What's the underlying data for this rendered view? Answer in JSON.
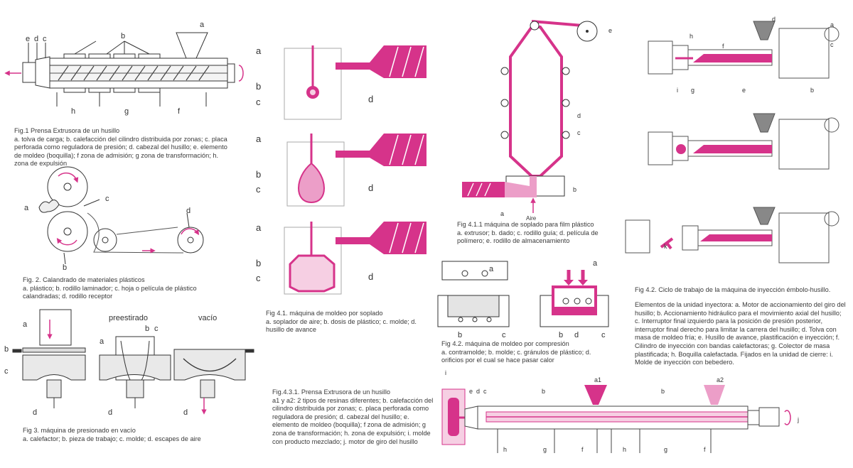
{
  "colors": {
    "magenta": "#d6338a",
    "pink": "#ec9ec8",
    "lightpink": "#f6cfe3",
    "line": "#333333",
    "gray": "#8a8a8a",
    "lightgray": "#d8d8d8"
  },
  "fig1": {
    "labels": {
      "a": "a",
      "b": "b",
      "c": "c",
      "d": "d",
      "e": "e",
      "f": "f",
      "g": "g",
      "h": "h"
    },
    "caption": {
      "title": "Fig.1 Prensa Extrusora de un husillo",
      "body": "a. tolva de carga; b. calefacción del cilindro distribuida por zonas; c. placa perforada como reguladora de presión; d. cabezal del husillo; e. elemento de moldeo (boquilla); f zona de admisión; g zona de transformación; h. zona de expulsión"
    }
  },
  "fig2": {
    "labels": {
      "a": "a",
      "b": "b",
      "c": "c",
      "d": "d"
    },
    "caption": {
      "title": "Fig. 2. Calandrado de materiales plásticos",
      "body": "a. plástico; b. rodillo laminador; c. hoja o película de plástico calandradas; d. rodillo receptor"
    }
  },
  "fig3": {
    "labels": {
      "a": "a",
      "b": "b",
      "b2": "b",
      "c": "c",
      "c2": "c",
      "d1": "d",
      "d2": "d",
      "d3": "d",
      "a2": "a",
      "preestirado": "preestirado",
      "vacio": "vacío"
    },
    "caption": {
      "title": "Fig 3. máquina de presionado en vacío",
      "body": "a. calefactor; b. pieza de trabajo; c. molde; d. escapes de aire"
    }
  },
  "fig41": {
    "labels": {
      "a": "a",
      "b": "b",
      "c": "c",
      "d": "d"
    },
    "caption": {
      "title": "Fig 4.1. máquina de moldeo por soplado",
      "body": "a. soplador de aire; b. dosis de plástico; c. molde; d. husillo de avance"
    }
  },
  "fig411": {
    "labels": {
      "a": "a",
      "b": "b",
      "c": "c",
      "d": "d",
      "e": "e",
      "aire": "Aire"
    },
    "caption": {
      "title": "Fig 4.1.1 máquina de soplado para film plástico",
      "body": "a. extrusor; b. dado; c. rodillo guía; d. película de polímero; e. rodillo de almacenamiento"
    }
  },
  "fig42c": {
    "labels": {
      "a": "a",
      "b": "b",
      "c": "c",
      "d": "d",
      "a2": "a",
      "b2": "b",
      "c2": "c"
    },
    "caption": {
      "title": "Fig 4.2. máquina de moldeo por compresión",
      "body": "a. contramolde; b. molde; c. gránulos de plástico; d. orificios por el cual se hace pasar calor"
    }
  },
  "fig431": {
    "labels": {
      "i": "i",
      "e": "e",
      "d": "d",
      "c": "c",
      "b": "b",
      "a1": "a1",
      "a2": "a2",
      "b2": "b",
      "j": "j",
      "h": "h",
      "g": "g",
      "f": "f",
      "h2": "h",
      "g2": "g",
      "f2": "f"
    },
    "caption": {
      "title": "Fig.4.3.1. Prensa Extrusora de un husillo",
      "body": "a1 y a2: 2 tipos de resinas diferentes; b. calefacción del cilindro distribuida por zonas; c. placa perforada como reguladora de presión; d. cabezal del husillo; e. elemento de moldeo (boquilla); f zona de admisión; g zona de transformación; h. zona de expulsión; i. molde con producto mezclado; j. motor de giro del husillo"
    }
  },
  "fig42i": {
    "labels": {
      "a": "a",
      "b": "b",
      "c": "c",
      "d": "d",
      "e": "e",
      "f": "f",
      "g": "g",
      "h": "h",
      "i": "i",
      "k": "k"
    },
    "caption": {
      "title": "Fig 4.2. Ciclo de trabajo de la máquina de inyección émbolo-husillo.",
      "body": "Elementos de la unidad inyectora: a. Motor de accionamiento del giro del husillo; b. Accionamiento hidráulico para el movimiento axial del husillo; c. Interruptor final izquierdo para la posición de presión posterior, interruptor final derecho para limitar la carrera del husillo; d. Tolva con masa de moldeo fría; e. Husillo de avance, plastificación e inyección; f. Cilindro de inyección con bandas calefactoras; g. Colector de masa plastificada; h. Boquilla calefactada. Fijados en la unidad de cierre: i. Molde de inyección con bebedero."
    }
  }
}
